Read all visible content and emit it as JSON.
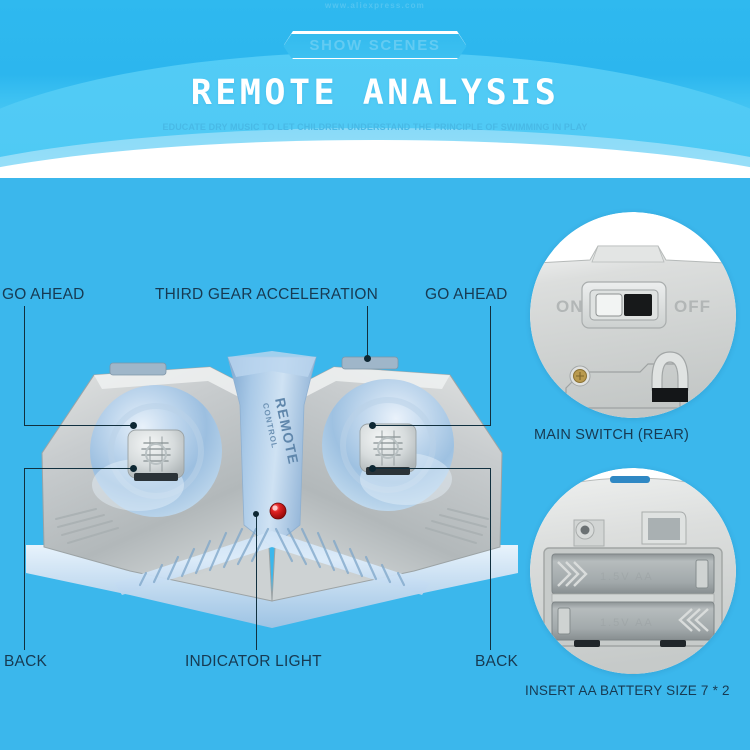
{
  "header": {
    "watermark": "www.aliexpress.com",
    "badge": "SHOW SCENES",
    "title": "REMOTE  ANALYSIS",
    "subtitle": "EDUCATE DRY MUSIC TO LET CHILDREN UNDERSTAND THE PRINCIPLE OF SWIMMING IN PLAY"
  },
  "colors": {
    "background": "#3bb7ec",
    "header_blue": "#2fb9ef",
    "header_light_blue": "#4ec8f4",
    "badge_text": "#5ec8f0",
    "title_white": "#ffffff",
    "subtitle_blue": "#48b9e6",
    "label_dark": "#173a52",
    "leader_line": "#11303f",
    "remote_gray": "#c3c7c9",
    "remote_blue": "#a9c8e4",
    "led_red": "#d81717"
  },
  "labels": {
    "go_ahead_left": "GO AHEAD",
    "third_gear": "THIRD GEAR ACCELERATION",
    "go_ahead_right": "GO AHEAD",
    "back_left": "BACK",
    "indicator_light": "INDICATOR LIGHT",
    "back_right": "BACK",
    "main_switch": "MAIN SWITCH (REAR)",
    "battery": "INSERT AA BATTERY SIZE 7 * 2"
  },
  "remote": {
    "brand_line1": "REMOTE",
    "brand_line2": "CONTROL"
  },
  "detail_switch": {
    "on_label": "ON",
    "off_label": "OFF"
  },
  "detail_battery": {
    "cell_label": "1.5V AA"
  }
}
